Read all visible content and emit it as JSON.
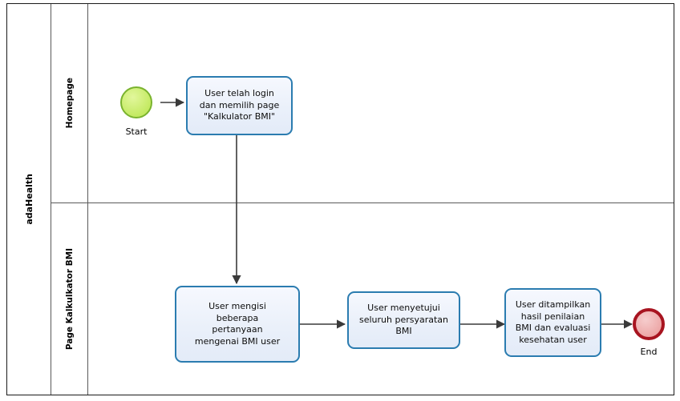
{
  "diagram": {
    "type": "bpmn-swimlane-flowchart",
    "pool": {
      "label": "adaHealth"
    },
    "lanes": [
      {
        "id": "lane-homepage",
        "label": "Homepage"
      },
      {
        "id": "lane-kalkulator",
        "label": "Page Kalkulkator BMI"
      }
    ],
    "events": [
      {
        "id": "start",
        "kind": "start-event",
        "label": "Start",
        "fill": "#cdf070",
        "stroke": "#7ab32e"
      },
      {
        "id": "end",
        "kind": "end-event",
        "label": "End",
        "fill": "#f0b2b2",
        "stroke": "#a81420"
      }
    ],
    "tasks": [
      {
        "id": "task-1",
        "lane": "lane-homepage",
        "label": "User telah login\ndan memilih page\n\"Kalkulator BMI\""
      },
      {
        "id": "task-2",
        "lane": "lane-kalkulator",
        "label": "User mengisi\nbeberapa\npertanyaan\nmengenai BMI user"
      },
      {
        "id": "task-3",
        "lane": "lane-kalkulator",
        "label": "User menyetujui\nseluruh persyaratan\nBMI"
      },
      {
        "id": "task-4",
        "lane": "lane-kalkulator",
        "label": "User ditampilkan\nhasil penilaian\nBMI dan evaluasi\nkesehatan user"
      }
    ],
    "flows": [
      {
        "id": "flow-1",
        "from": "start",
        "to": "task-1"
      },
      {
        "id": "flow-2",
        "from": "task-1",
        "to": "task-2"
      },
      {
        "id": "flow-3",
        "from": "task-2",
        "to": "task-3"
      },
      {
        "id": "flow-4",
        "from": "task-3",
        "to": "task-4"
      },
      {
        "id": "flow-5",
        "from": "task-4",
        "to": "end"
      }
    ],
    "colors": {
      "task_stroke": "#2b7cb0",
      "task_fill": "#eef2fb",
      "start_fill": "#cdf070",
      "start_stroke": "#7ab32e",
      "end_fill": "#f0b2b2",
      "end_stroke": "#a81420",
      "connector": "#3a3a3a",
      "pool_border": "#1a1a1a",
      "lane_border": "#5a5a5a"
    }
  }
}
